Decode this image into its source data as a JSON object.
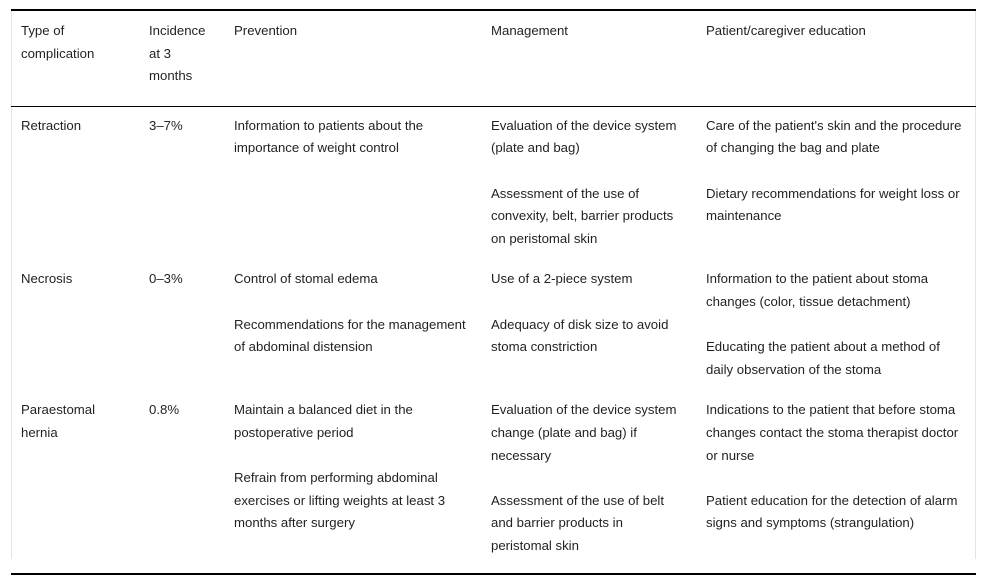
{
  "table": {
    "name": "stoma-complications-table",
    "columns": [
      {
        "key": "type",
        "label": "Type of complication"
      },
      {
        "key": "incidence",
        "label": "Incidence at 3 months"
      },
      {
        "key": "prevention",
        "label": "Prevention"
      },
      {
        "key": "management",
        "label": "Management"
      },
      {
        "key": "education",
        "label": "Patient/caregiver education"
      }
    ],
    "rows": [
      {
        "type": "Retraction",
        "incidence": "3–7%",
        "prevention": [
          "Information to patients about the importance of weight control"
        ],
        "management": [
          "Evaluation of the device system (plate and bag)",
          "Assessment of the use of convexity, belt, barrier products on peristomal skin"
        ],
        "education": [
          "Care of the patient's skin and the procedure of changing the bag and plate",
          "Dietary recommendations for weight loss or maintenance"
        ]
      },
      {
        "type": "Necrosis",
        "incidence": "0–3%",
        "prevention": [
          "Control of stomal edema",
          "Recommendations for the management of abdominal distension"
        ],
        "management": [
          "Use of a 2-piece system",
          "Adequacy of disk size to avoid stoma constriction"
        ],
        "education": [
          "Information to the patient about stoma changes (color, tissue detachment)",
          "Educating the patient about a method of daily observation of the stoma"
        ]
      },
      {
        "type": "Paraestomal hernia",
        "incidence": "0.8%",
        "prevention": [
          "Maintain a balanced diet in the postoperative period",
          "Refrain from performing abdominal exercises or lifting weights at least 3 months after surgery"
        ],
        "management": [
          "Evaluation of the device system change (plate and bag) if necessary",
          "Assessment of the use of belt and barrier products in peristomal skin"
        ],
        "education": [
          "Indications to the patient that before stoma changes contact the stoma therapist doctor or nurse",
          "Patient education for the detection of alarm signs and symptoms (strangulation)"
        ]
      }
    ]
  },
  "colors": {
    "text": "#231f20",
    "rule": "#000000",
    "edge_rule": "#e4e4e4",
    "background": "#ffffff"
  }
}
